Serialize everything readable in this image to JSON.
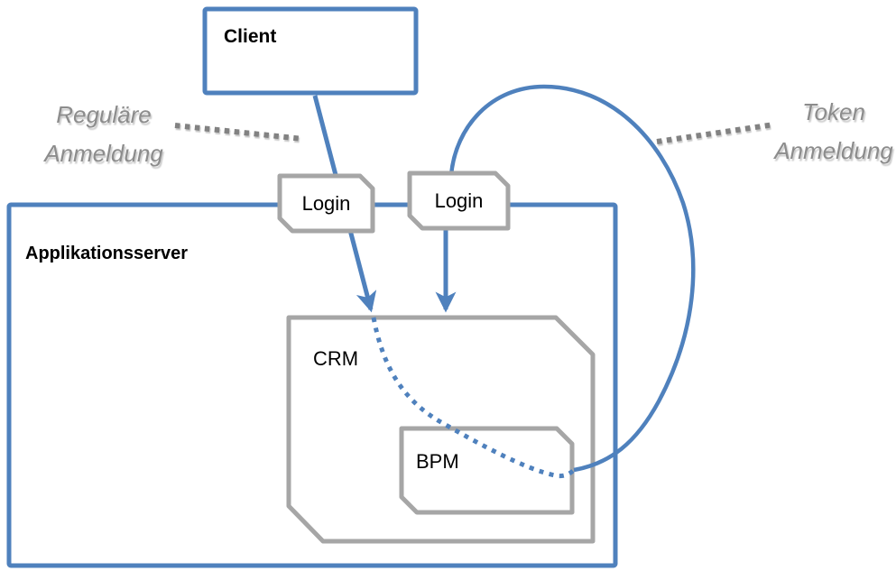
{
  "colors": {
    "blue": "#4f81bd",
    "gray": "#a6a6a6",
    "ink": "#000000",
    "caption": "#8c8c8c",
    "dots": "#828282",
    "paper": "#ffffff"
  },
  "diagram": {
    "client": {
      "label": "Client"
    },
    "appserver": {
      "label": "Applikationsserver"
    },
    "login_left": {
      "label": "Login"
    },
    "login_right": {
      "label": "Login"
    },
    "crm": {
      "label": "CRM"
    },
    "bpm": {
      "label": "BPM"
    },
    "caption_left": {
      "line1": "Reguläre",
      "line2": "Anmeldung"
    },
    "caption_right": {
      "line1": "Token",
      "line2": "Anmeldung"
    }
  }
}
